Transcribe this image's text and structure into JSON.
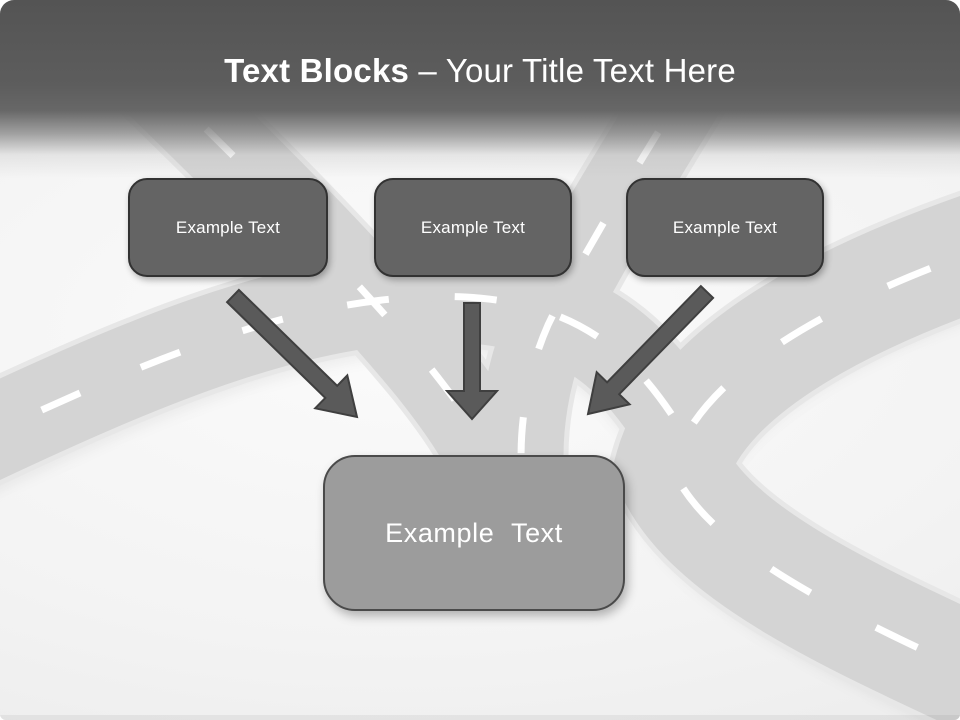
{
  "title": {
    "bold": "Text Blocks",
    "regular": " – Your Title Text Here"
  },
  "blocks": [
    {
      "label": "Example Text"
    },
    {
      "label": "Example Text"
    },
    {
      "label": "Example Text"
    }
  ],
  "center_block": {
    "label": "Example Text"
  },
  "arrows": [
    {
      "name": "arrow-down-right"
    },
    {
      "name": "arrow-down"
    },
    {
      "name": "arrow-down-left"
    }
  ],
  "colors": {
    "header_dark": "#545454",
    "block_fill": "#646464",
    "block_border": "#323232",
    "center_fill": "#9c9c9c",
    "center_border": "#4a4a4a",
    "arrow_fill": "#5a5a5a",
    "arrow_border": "#3f3f3f",
    "road_fill": "#d4d4d4",
    "road_dash": "#ffffff",
    "background": "#efefef",
    "text": "#ffffff"
  }
}
